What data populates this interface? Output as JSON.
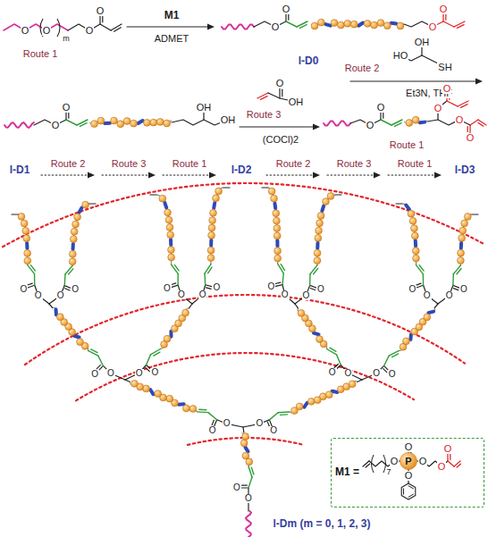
{
  "diagram": {
    "nodes": [
      {
        "text": [
          "M1 ="
        ]
      }
    ],
    "labels": [
      "O",
      "O",
      "m",
      "O",
      "O",
      "M1",
      "ADMET",
      "Route 1",
      "O",
      "O",
      "O",
      "O",
      "l-D0",
      "Route 2",
      "HO",
      "OH",
      "SH",
      "Et3N, THF",
      "O",
      "O",
      "OH",
      "OH",
      "Route 3",
      "O",
      "OH",
      "(COCl)2",
      "O",
      "O",
      "O",
      "O",
      "O",
      "O",
      "Route 1",
      "l-D1",
      "Route 2",
      "Route 3",
      "Route 1",
      "l-D2",
      "Route 2",
      "Route 3",
      "Route 1",
      "l-D3",
      "l-Dm (m = 0, 1, 2, 3)",
      "7",
      "O",
      "P",
      "O",
      "O",
      "O",
      "O",
      "O",
      "O",
      "O",
      "O",
      "O",
      "O",
      "O",
      "O",
      "O",
      "O",
      "O",
      "O",
      "O",
      "O",
      "O",
      "O",
      "O",
      "O",
      "O",
      "O",
      "O",
      "O",
      "O",
      "O",
      "O",
      "O",
      "O",
      "O",
      "O",
      "O",
      "O"
    ]
  }
}
